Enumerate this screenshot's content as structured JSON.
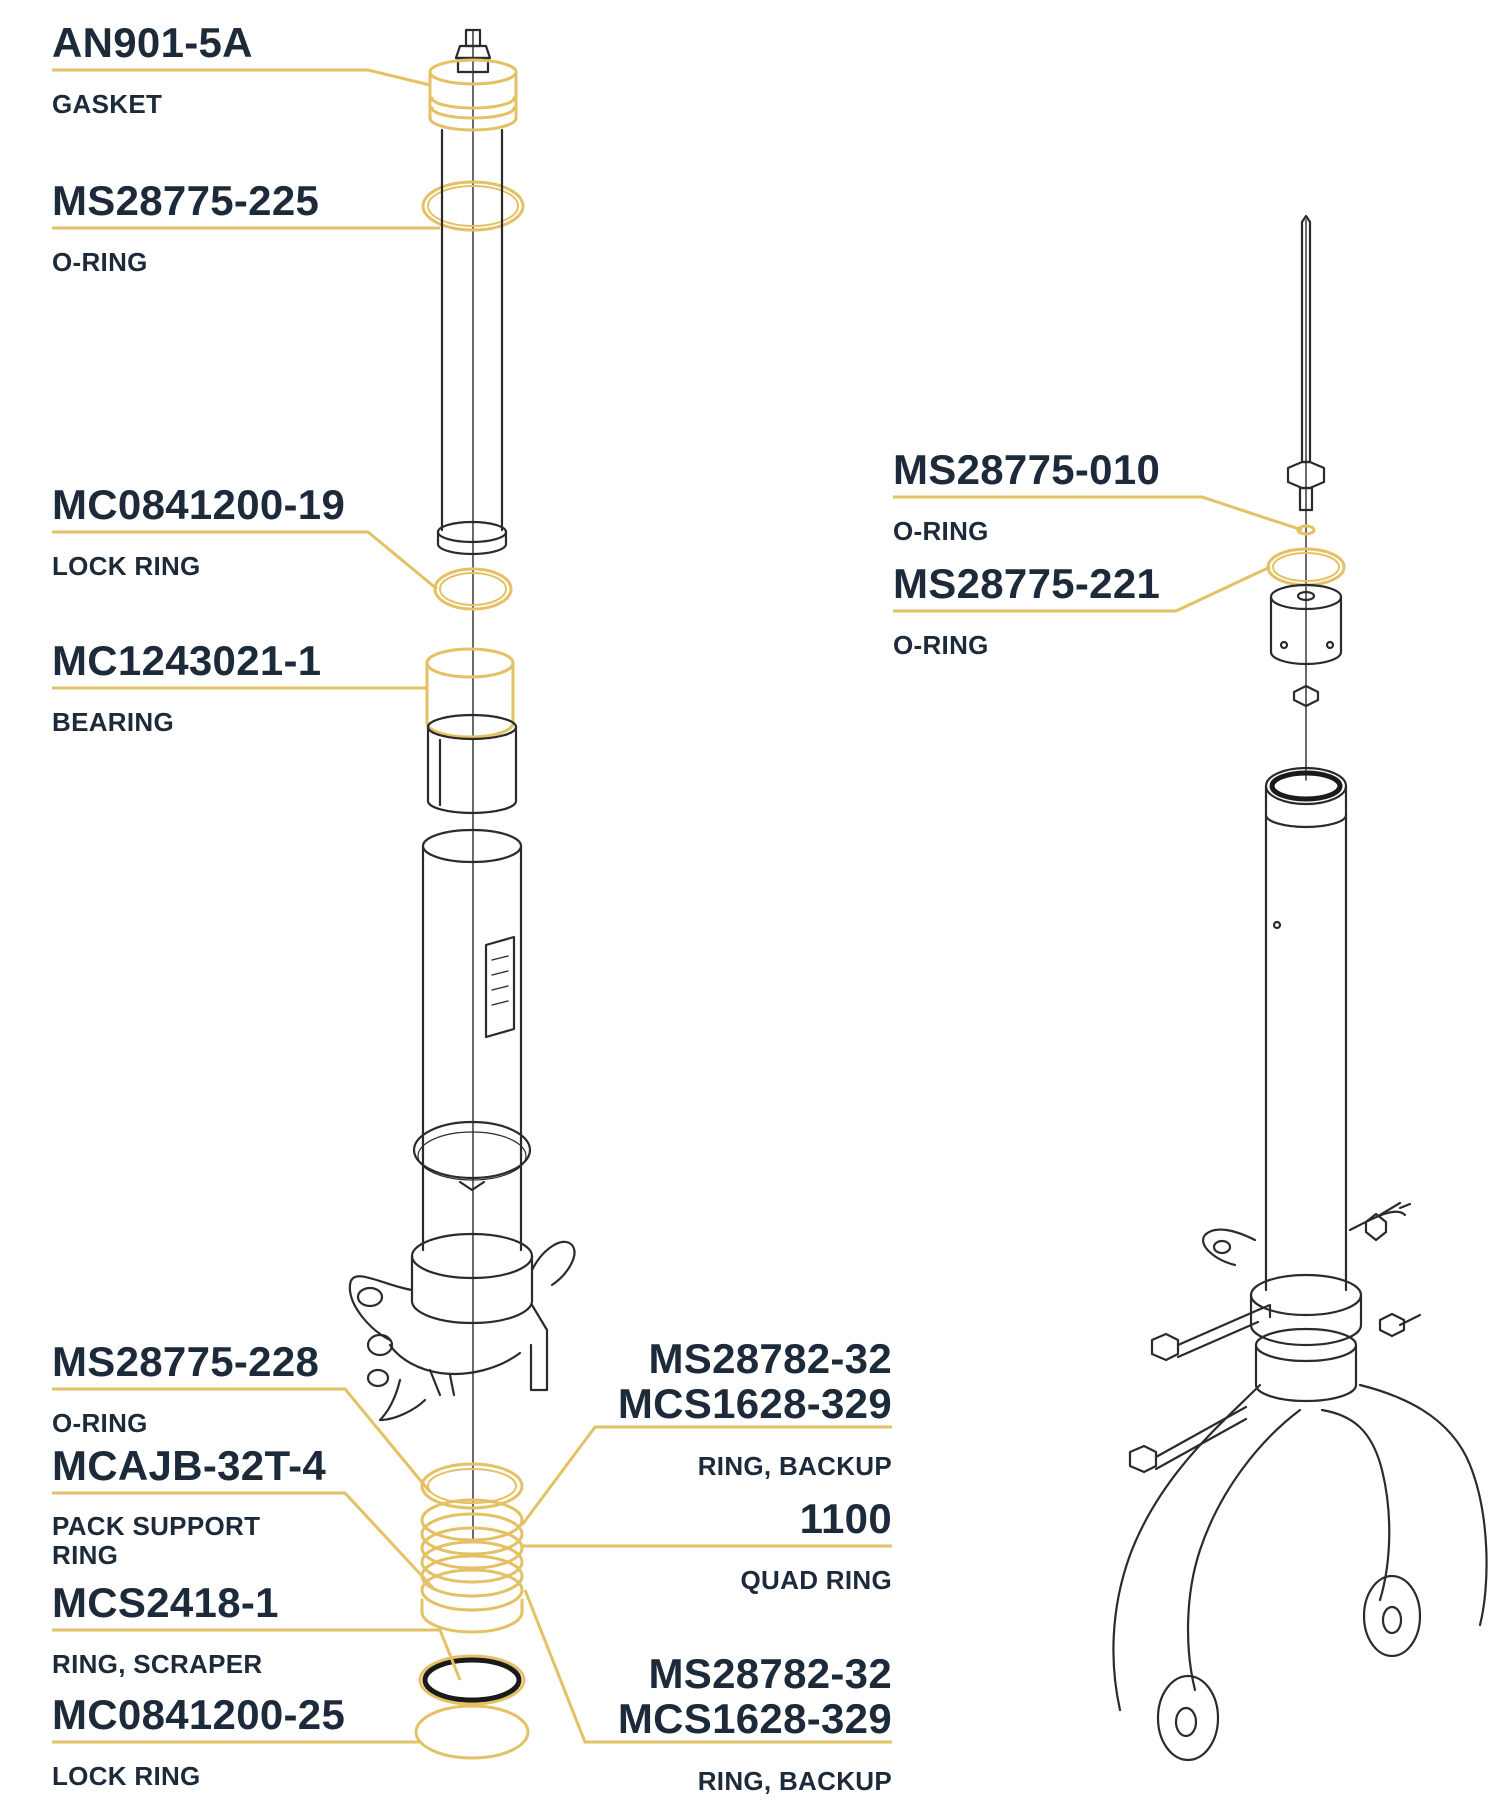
{
  "accent_color": "#e3c164",
  "ink_color": "#1d2a3a",
  "line_color": "#2b2b2b",
  "callouts": {
    "gasket": {
      "part_numbers": [
        "AN901-5A"
      ],
      "description": "GASKET"
    },
    "oring_225": {
      "part_numbers": [
        "MS28775-225"
      ],
      "description": "O-RING"
    },
    "lock_ring_19": {
      "part_numbers": [
        "MC0841200-19"
      ],
      "description": "LOCK RING"
    },
    "bearing": {
      "part_numbers": [
        "MC1243021-1"
      ],
      "description": "BEARING"
    },
    "oring_010": {
      "part_numbers": [
        "MS28775-010"
      ],
      "description": "O-RING"
    },
    "oring_221": {
      "part_numbers": [
        "MS28775-221"
      ],
      "description": "O-RING"
    },
    "oring_228": {
      "part_numbers": [
        "MS28775-228"
      ],
      "description": "O-RING"
    },
    "pack_support_ring": {
      "part_numbers": [
        "MCAJB-32T-4"
      ],
      "description": "PACK SUPPORT\nRING"
    },
    "ring_scraper": {
      "part_numbers": [
        "MCS2418-1"
      ],
      "description": "RING, SCRAPER"
    },
    "lock_ring_25": {
      "part_numbers": [
        "MC0841200-25"
      ],
      "description": "LOCK RING"
    },
    "backup_ring_top": {
      "part_numbers": [
        "MS28782-32",
        "MCS1628-329"
      ],
      "description": "RING, BACKUP"
    },
    "quad_ring": {
      "part_numbers": [
        "1100"
      ],
      "description": "QUAD RING"
    },
    "backup_ring_bottom": {
      "part_numbers": [
        "MS28782-32",
        "MCS1628-329"
      ],
      "description": "RING, BACKUP"
    }
  }
}
